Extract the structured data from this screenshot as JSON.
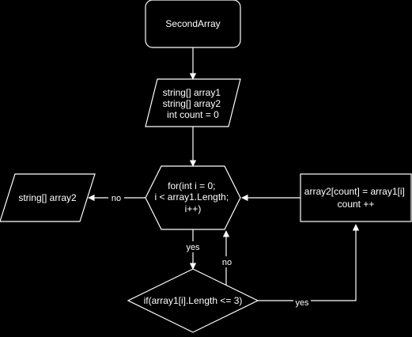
{
  "diagram": {
    "nodes": {
      "start": {
        "label": "SecondArray"
      },
      "declare": {
        "lines": [
          "string[] array1",
          "string[] array2",
          "int count = 0"
        ]
      },
      "loop": {
        "lines": [
          "for(int i = 0;",
          "i < array1.Length;",
          "i++)"
        ]
      },
      "output": {
        "label": "string[] array2"
      },
      "assign": {
        "lines": [
          "array2[count] = array1[i]",
          "count ++"
        ]
      },
      "condition": {
        "label": "if(array1[i].Length <= 3)"
      }
    },
    "edges": {
      "loop_no": "no",
      "loop_yes": "yes",
      "cond_no": "no",
      "cond_yes": "yes"
    },
    "colors": {
      "background": "#000000",
      "stroke": "#ffffff",
      "fill": "#000000",
      "text": "#ffffff"
    }
  }
}
